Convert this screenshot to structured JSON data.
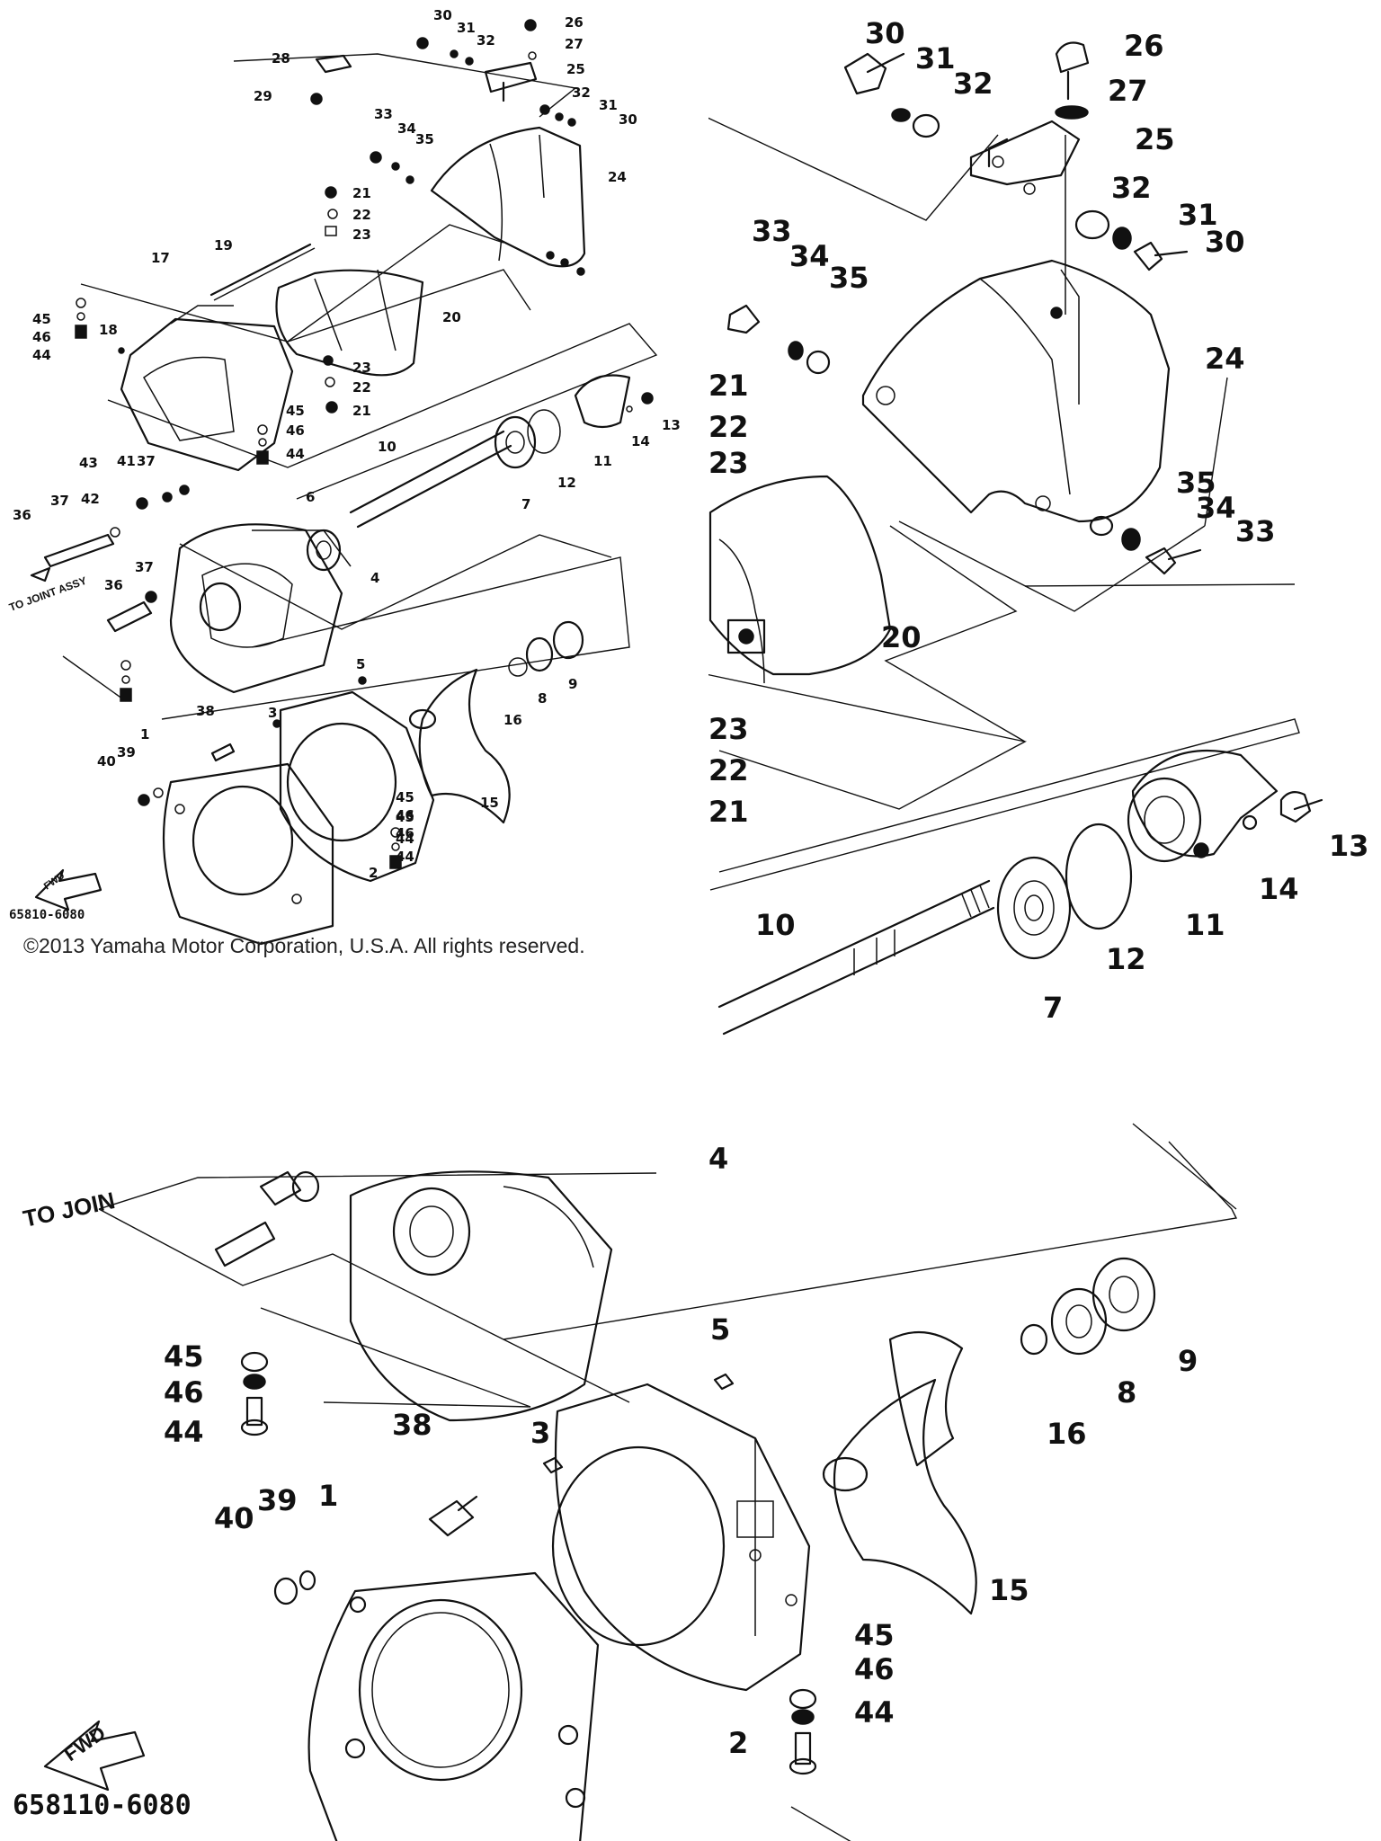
{
  "copyright": "©2013 Yamaha Motor Corporation, U.S.A. All rights reserved.",
  "diagram_code": "65810-6080",
  "diagram_code_large": "658110-6080",
  "fwd_label": "FWD",
  "joint_note": "TO JOINT ASSY",
  "joint_note_partial": "TO JOIN",
  "callouts_overview": [
    "30",
    "31",
    "32",
    "26",
    "27",
    "25",
    "28",
    "29",
    "32",
    "31",
    "30",
    "33",
    "34",
    "35",
    "24",
    "21",
    "22",
    "23",
    "19",
    "17",
    "20",
    "45",
    "46",
    "44",
    "18",
    "23",
    "22",
    "21",
    "45",
    "46",
    "44",
    "13",
    "14",
    "11",
    "12",
    "7",
    "10",
    "6",
    "43",
    "41",
    "37",
    "42",
    "37",
    "36",
    "4",
    "37",
    "36",
    "5",
    "3",
    "38",
    "15",
    "16",
    "8",
    "9",
    "45",
    "46",
    "44",
    "1",
    "40",
    "39",
    "2",
    "45",
    "46",
    "44"
  ],
  "callouts_upper_detail": [
    "30",
    "31",
    "32",
    "26",
    "27",
    "25",
    "32",
    "31",
    "30",
    "33",
    "34",
    "35",
    "24",
    "21",
    "22",
    "23",
    "35",
    "34",
    "33",
    "20",
    "23",
    "22",
    "21",
    "13",
    "14",
    "11",
    "12",
    "7",
    "10"
  ],
  "callouts_lower_detail": [
    "4",
    "5",
    "45",
    "46",
    "44",
    "38",
    "3",
    "1",
    "40",
    "39",
    "16",
    "8",
    "9",
    "15",
    "45",
    "46",
    "44",
    "2"
  ]
}
